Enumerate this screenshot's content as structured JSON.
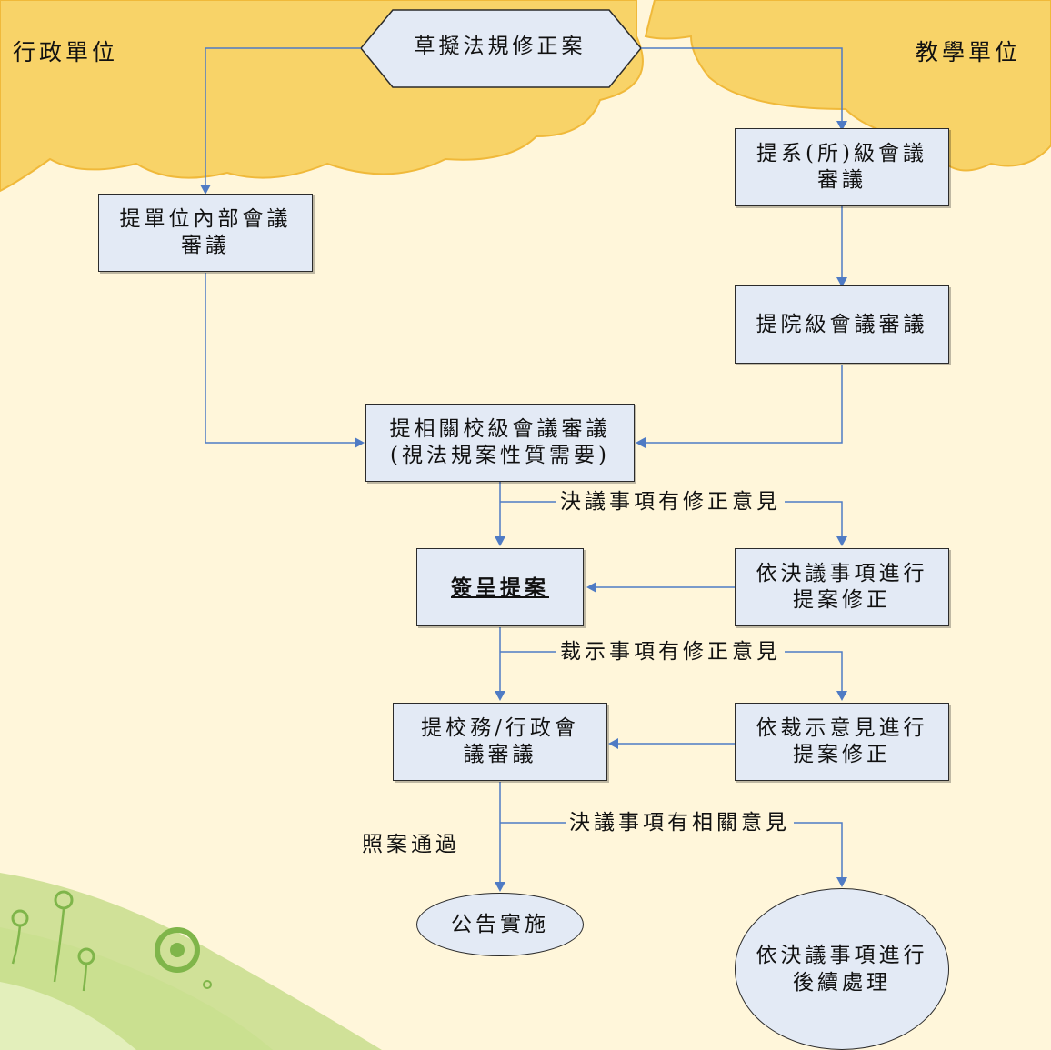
{
  "left_unit": "行政單位",
  "right_unit": "教學單位",
  "nodes": {
    "start": "草擬法規修正案",
    "admin_meeting": [
      "提單位內部會議",
      "審議"
    ],
    "dept_meeting": [
      "提系(所)級會議",
      "審議"
    ],
    "college_meeting": "提院級會議審議",
    "school_meeting": [
      "提相關校級會議審議",
      "(視法規案性質需要)"
    ],
    "submit": "簽呈提案",
    "revise_resolution": [
      "依決議事項進行",
      "提案修正"
    ],
    "council_meeting": [
      "提校務/行政會",
      "議審議"
    ],
    "revise_instruction": [
      "依裁示意見進行",
      "提案修正"
    ],
    "announce": "公告實施",
    "follow_up": [
      "依決議事項進行",
      "後續處理"
    ]
  },
  "edge_labels": {
    "resolution_revision": "決議事項有修正意見",
    "instruction_revision": "裁示事項有修正意見",
    "resolution_related": "決議事項有相關意見",
    "approved": "照案通過"
  },
  "colors": {
    "cloud": "#f8d368",
    "background": "#fff6da",
    "box_fill": "#e3eaf5",
    "arrow": "#4f7bc4",
    "decor_green": "#9fc75a"
  }
}
